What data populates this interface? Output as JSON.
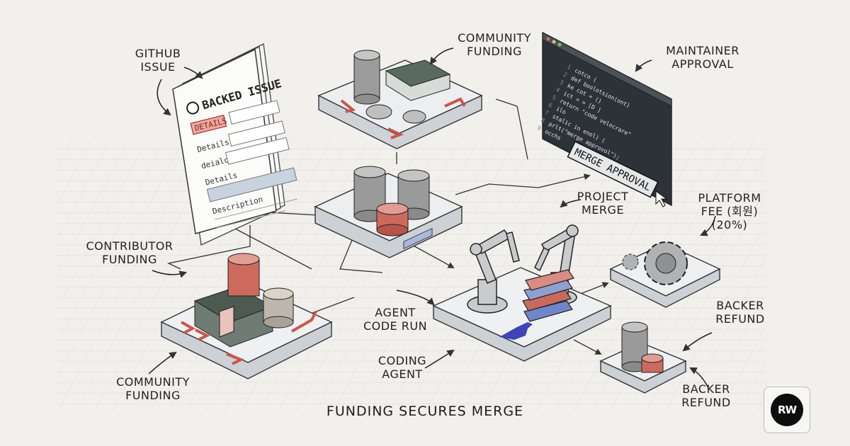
{
  "labels": {
    "github_issue": [
      "GITHUB",
      "ISSUE"
    ],
    "community_funding_top": [
      "COMMUNITY",
      "FUNDING"
    ],
    "maintainer_approval": [
      "MAINTAINER",
      "APPROVAL"
    ],
    "contributor_funding": [
      "CONTRIBUTOR",
      "FUNDING"
    ],
    "project_merge": [
      "PROJECT",
      "MERGE"
    ],
    "platform_fee": [
      "PLATFORM",
      "FEE (회원)",
      "(20%)"
    ],
    "agent_code_run": [
      "AGENT",
      "CODE RUN"
    ],
    "backer_refund_upper": [
      "BACKER",
      "REFUND"
    ],
    "coding_agent": [
      "CODING",
      "AGENT"
    ],
    "community_funding_bottom": [
      "COMMUNITY",
      "FUNDING"
    ],
    "backer_refund_lower": [
      "BACKER",
      "REFUND"
    ]
  },
  "caption": "FUNDING SECURES MERGE",
  "issue_doc": {
    "title": "BACKED ISSUE",
    "tag": "DETAILS",
    "fields": [
      "Details",
      "deialor",
      "Details",
      "Description"
    ]
  },
  "code_window": {
    "lines": [
      "cotco (",
      "  def boolotsion(ont)",
      "    ke cot = ()",
      "    ict = = [D ]",
      "    return \"code velocrare\"",
      "  ilo",
      "  stalic in enol) (",
      "    prlt(\"merge approvol\");",
      "  occhs"
    ],
    "line_numbers": [
      "1",
      "2",
      "3",
      "4",
      "5",
      "6",
      "7",
      "8",
      "9"
    ],
    "button": "MERGE APPROVAL"
  },
  "logo_text": "RW",
  "colors": {
    "background": "#f1f0ec",
    "coin_gray": "#9a9a9a",
    "coin_red": "#cd6a5e",
    "cash_green": "#4c5a52",
    "arrow_red": "#c9564a",
    "code_bg": "#2c3238",
    "agent_bird": "#3f44b8"
  }
}
